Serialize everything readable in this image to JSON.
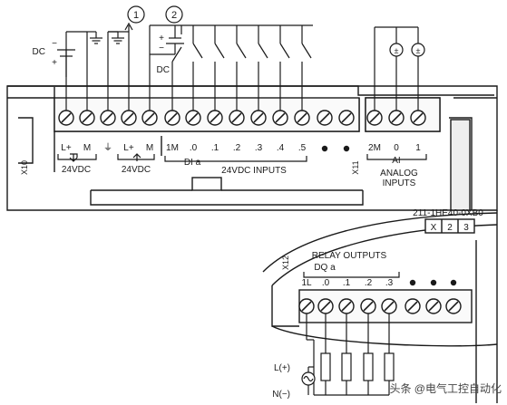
{
  "callouts": [
    "1",
    "2"
  ],
  "supplies": {
    "dc_left": "DC",
    "dc_right": "DC",
    "minus": "−",
    "plus": "+"
  },
  "top_connector": {
    "id": "X10",
    "power_labels": [
      "L+",
      "M",
      "⏚",
      "L+",
      "M"
    ],
    "power_group_a": "24VDC",
    "power_group_b": "24VDC",
    "input_labels": [
      "1M",
      ".0",
      ".1",
      ".2",
      ".3",
      ".4",
      ".5"
    ],
    "input_byte": "DI a",
    "input_group": "24VDC INPUTS"
  },
  "analog": {
    "id": "X11",
    "labels": [
      "2M",
      "0",
      "1"
    ],
    "sublabel": "AI",
    "group": "ANALOG INPUTS",
    "group_line1": "ANALOG",
    "group_line2": "INPUTS"
  },
  "module": {
    "part_number": "211-1HE40-0XB0",
    "version_boxes": [
      "X",
      "2",
      "3"
    ]
  },
  "relay": {
    "id": "X12",
    "title": "RELAY OUTPUTS",
    "byte": "DQ a",
    "labels": [
      "1L",
      ".0",
      ".1",
      ".2",
      ".3"
    ]
  },
  "load_supply": {
    "line": "L(+)",
    "neutral": "N(−)"
  },
  "watermark": "头条 @电气工控自动化",
  "colors": {
    "stroke": "#1a1a1a",
    "panel": "#ffffff",
    "shade": "#f0f0f0"
  }
}
